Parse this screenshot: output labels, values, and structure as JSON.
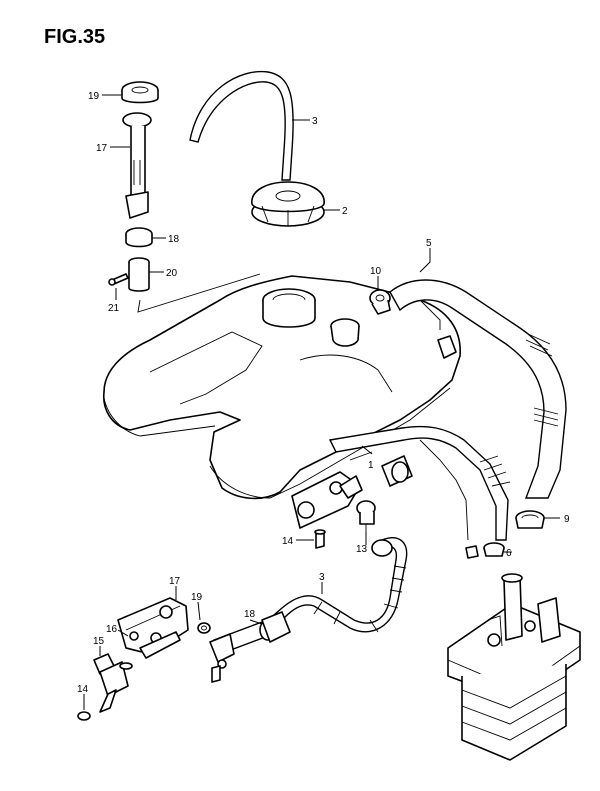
{
  "figure": {
    "title": "FIG.35"
  },
  "callouts": [
    {
      "id": "c19a",
      "text": "19"
    },
    {
      "id": "c17a",
      "text": "17"
    },
    {
      "id": "c3a",
      "text": "3"
    },
    {
      "id": "c2",
      "text": "2"
    },
    {
      "id": "c18a",
      "text": "18"
    },
    {
      "id": "c5",
      "text": "5"
    },
    {
      "id": "c20",
      "text": "20"
    },
    {
      "id": "c10",
      "text": "10"
    },
    {
      "id": "c21",
      "text": "21"
    },
    {
      "id": "c1",
      "text": "1"
    },
    {
      "id": "c9",
      "text": "9"
    },
    {
      "id": "c14a",
      "text": "14"
    },
    {
      "id": "c13",
      "text": "13"
    },
    {
      "id": "c6",
      "text": "6"
    },
    {
      "id": "c3b",
      "text": "3"
    },
    {
      "id": "c17b",
      "text": "17"
    },
    {
      "id": "c19b",
      "text": "19"
    },
    {
      "id": "c18b",
      "text": "18"
    },
    {
      "id": "c16",
      "text": "16"
    },
    {
      "id": "c15",
      "text": "15"
    },
    {
      "id": "c14b",
      "text": "14"
    }
  ]
}
